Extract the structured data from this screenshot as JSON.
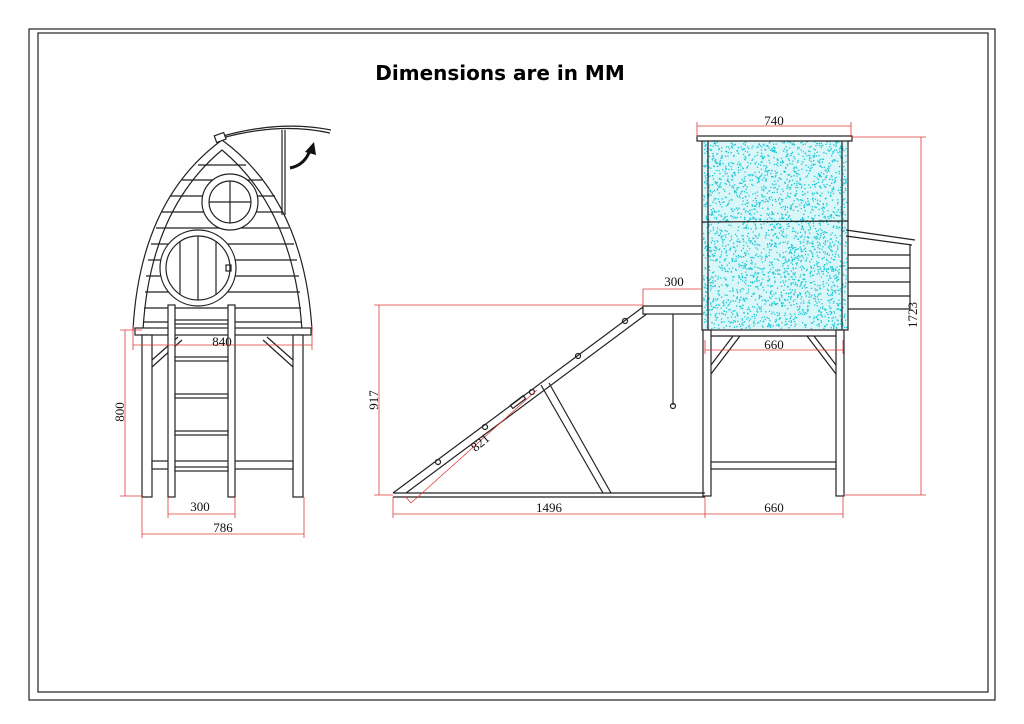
{
  "title": "Dimensions are in MM",
  "front_view": {
    "dimensions": {
      "width_top": "840",
      "height_legs": "800",
      "ladder_width": "300",
      "base_width": "786"
    }
  },
  "side_view": {
    "dimensions": {
      "roof_width": "740",
      "total_height": "1723",
      "platform_width": "300",
      "ramp_height": "917",
      "ramp_length": "821",
      "ramp_base": "1496",
      "tower_base": "660",
      "tower_inner": "660"
    }
  },
  "colors": {
    "dimension": "#e23a3a",
    "panel": "#19c8d6",
    "line": "#222222"
  }
}
